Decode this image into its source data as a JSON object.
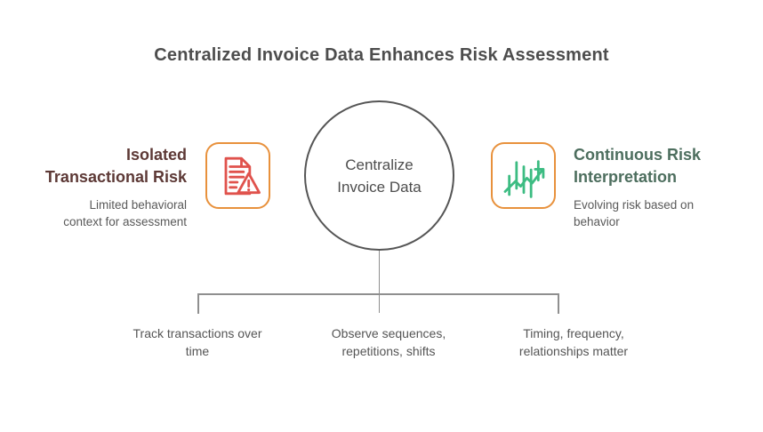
{
  "title": "Centralized Invoice Data Enhances Risk Assessment",
  "center_node": {
    "line1": "Centralize",
    "line2": "Invoice Data"
  },
  "left_item": {
    "heading": "Isolated Transactional Risk",
    "description": "Limited behavioral context for assessment",
    "icon": "document-warning-icon"
  },
  "right_item": {
    "heading": "Continuous Risk Interpretation",
    "description": "Evolving risk based on behavior",
    "icon": "trend-chart-icon"
  },
  "bottom_items": [
    {
      "label": "Track transactions over time"
    },
    {
      "label": "Observe sequences, repetitions, shifts"
    },
    {
      "label": "Timing, frequency, relationships matter"
    }
  ],
  "colors": {
    "title_text": "#4D4D4D",
    "left_heading_text": "#5D3936",
    "right_heading_text": "#4D6E5E",
    "body_text": "#595959",
    "bottom_text": "#555555",
    "connector_line": "#8F8F8F",
    "circle_border": "#555555",
    "icon_tile_border_orange": "#E8913C",
    "icon_red": "#E0524C",
    "icon_green": "#3CBC82"
  }
}
